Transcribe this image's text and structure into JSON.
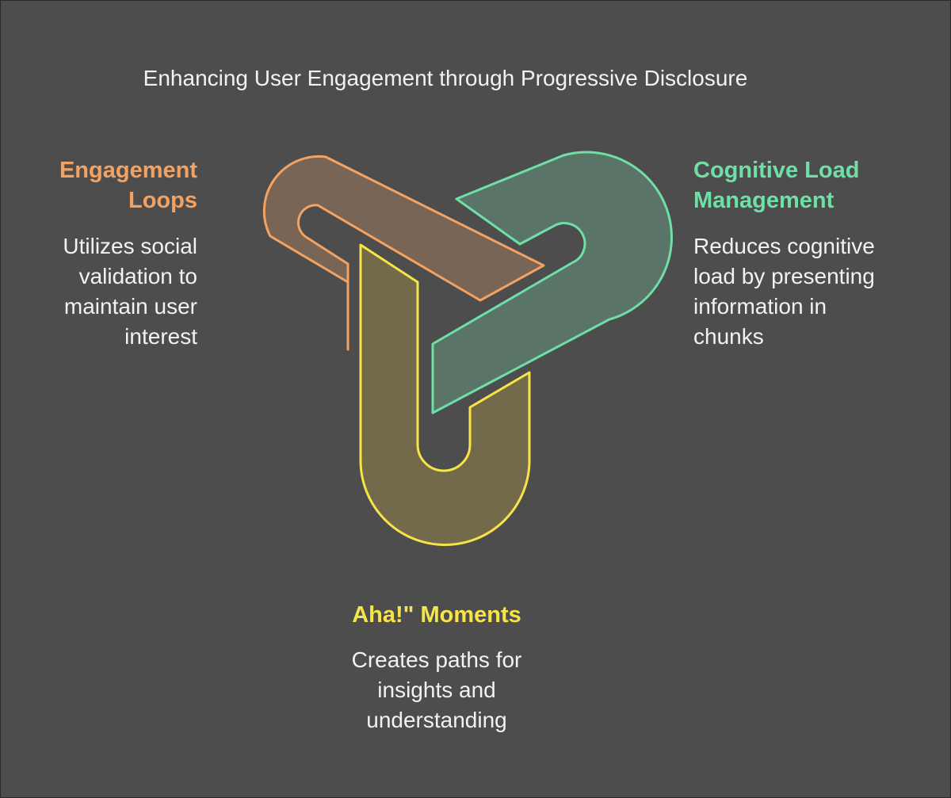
{
  "title": "Enhancing User Engagement through Progressive Disclosure",
  "colors": {
    "background": "#4d4d4d",
    "orange": "#f4a261",
    "orange_fill": "#786555",
    "green": "#6ee0a5",
    "green_fill": "#5a7567",
    "yellow": "#f7e548",
    "yellow_fill": "#736a4b",
    "text": "#f2f2f2"
  },
  "segments": [
    {
      "key": "engagement_loops",
      "heading": "Engagement\nLoops",
      "description": "Utilizes social\nvalidation to\nmaintain user\ninterest",
      "color": "orange"
    },
    {
      "key": "cognitive_load",
      "heading": "Cognitive Load\nManagement",
      "description": "Reduces cognitive\nload by presenting\ninformation in\nchunks",
      "color": "green"
    },
    {
      "key": "aha_moments",
      "heading": "Aha!\" Moments",
      "description": "Creates paths for\ninsights and\nunderstanding",
      "color": "yellow"
    }
  ]
}
